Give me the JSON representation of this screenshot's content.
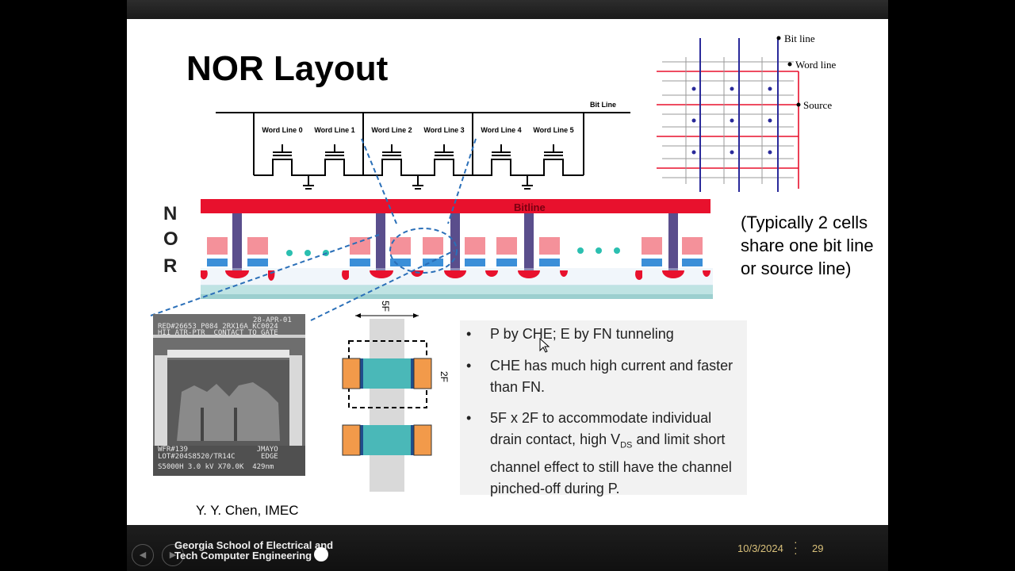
{
  "slide": {
    "title": "NOR Layout",
    "note": "(Typically 2 cells share one bit line or source line)",
    "nor_letters": [
      "N",
      "O",
      "R"
    ],
    "credit": "Y. Y. Chen, IMEC"
  },
  "schematic": {
    "bit_line_label": "Bit Line",
    "word_lines": [
      "Word Line 0",
      "Word Line 1",
      "Word Line 2",
      "Word Line 3",
      "Word Line 4",
      "Word Line 5"
    ]
  },
  "array": {
    "bit_line_label": "Bit line",
    "word_line_label": "Word line",
    "source_label": "Source"
  },
  "cross_section": {
    "bitline_label": "Bitline"
  },
  "cell_layout": {
    "width_label": "5F",
    "height_label": "2F"
  },
  "sem": {
    "line1": "28-APR-01",
    "line2": "RED#26653 P084 2RX16A KC0024",
    "line3": "HII ATR-PTR  CONTACT TO GATE",
    "line4": "WFR#139                JMAYO",
    "line5": "LOT#204S8520/TR14C      EDGE",
    "line6": "S5000H 3.0 kV X70.0K  429nm"
  },
  "bullets": [
    "P by CHE; E by FN tunneling",
    "CHE has much high current and faster than FN.",
    "5F x 2F to accommodate individual drain contact, high V",
    "DS",
    " and limit short channel effect to still have the channel pinched-off during P."
  ],
  "footer": {
    "logo_line1": "Georgia   School of Electrical and",
    "logo_line2": "Tech   Computer Engineering",
    "date": "10/3/2024",
    "page": "29"
  },
  "colors": {
    "bitline_red": "#e8112d",
    "via_purple": "#5a4e8c",
    "gate_pink": "#f4919a",
    "gate_blue": "#3b8fd8",
    "dot_teal": "#2bbfb0",
    "contact_orange": "#f29a4a",
    "channel_teal": "#4ab8b8"
  }
}
